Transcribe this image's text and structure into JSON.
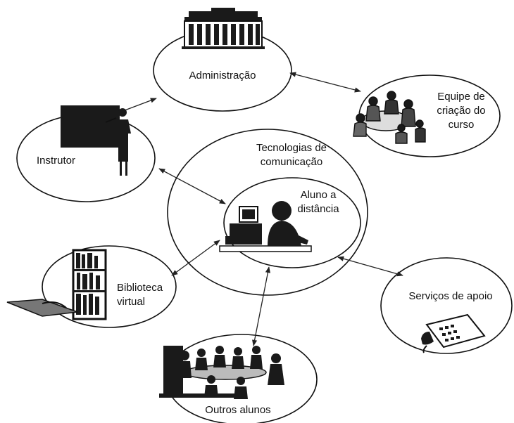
{
  "diagram": {
    "nodes": {
      "administracao": {
        "label": "Administração",
        "icon": "building-icon"
      },
      "equipe": {
        "label_lines": [
          "Equipe de",
          "criação do",
          "curso"
        ],
        "icon": "team-meeting-icon"
      },
      "instrutor": {
        "label": "Instrutor",
        "icon": "teacher-at-blackboard-icon"
      },
      "tecnologias": {
        "label_lines": [
          "Tecnologias de",
          "comunicação"
        ]
      },
      "aluno": {
        "label_lines": [
          "Aluno a",
          "distância"
        ],
        "icon": "student-at-computer-icon"
      },
      "biblioteca": {
        "label_lines": [
          "Biblioteca",
          "virtual"
        ],
        "icon": "bookshelf-icon"
      },
      "servicos": {
        "label": "Serviços de apoio",
        "icon": "telephone-icon"
      },
      "outros": {
        "label": "Outros alunos",
        "icon": "group-table-icon"
      }
    },
    "connections": [
      [
        "administracao",
        "instrutor"
      ],
      [
        "administracao",
        "equipe"
      ],
      [
        "instrutor",
        "aluno"
      ],
      [
        "aluno",
        "biblioteca"
      ],
      [
        "aluno",
        "servicos"
      ],
      [
        "aluno",
        "outros"
      ]
    ],
    "colors": {
      "ink": "#111111",
      "background": "#ffffff"
    }
  }
}
